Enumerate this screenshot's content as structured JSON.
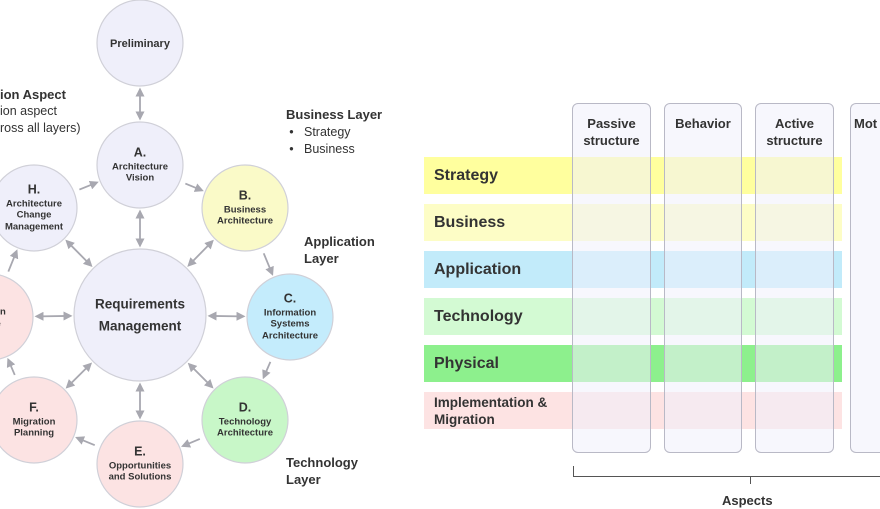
{
  "adm": {
    "nodes": [
      {
        "id": "prelim",
        "lines": [
          "Preliminary"
        ],
        "fill": "#efeffa"
      },
      {
        "id": "a",
        "letter": "A.",
        "lines": [
          "Architecture",
          "Vision"
        ],
        "fill": "#efeffa"
      },
      {
        "id": "b",
        "letter": "B.",
        "lines": [
          "Business",
          "Architecture"
        ],
        "fill": "#fafac8"
      },
      {
        "id": "c",
        "letter": "C.",
        "lines": [
          "Information",
          "Systems",
          "Architecture"
        ],
        "fill": "#c4ecfc"
      },
      {
        "id": "d",
        "letter": "D.",
        "lines": [
          "Technology",
          "Architecture"
        ],
        "fill": "#c8f7c8"
      },
      {
        "id": "e",
        "letter": "E.",
        "lines": [
          "Opportunities",
          "and Solutions"
        ],
        "fill": "#fce3e3"
      },
      {
        "id": "f",
        "letter": "F.",
        "lines": [
          "Migration",
          "Planning"
        ],
        "fill": "#fce3e3"
      },
      {
        "id": "g",
        "lines": [
          "ntation",
          "ance"
        ],
        "fill": "#fce3e3"
      },
      {
        "id": "h",
        "letter": "H.",
        "lines": [
          "Architecture",
          "Change",
          "Management"
        ],
        "fill": "#efeffa"
      },
      {
        "id": "req",
        "lines": [
          "Requirements",
          "Management"
        ],
        "fill": "#efeffa"
      }
    ]
  },
  "side_labels": {
    "motivation": {
      "title": "ion Aspect",
      "line1": "ion aspect",
      "line2": "ross all layers)"
    },
    "business": {
      "title": "Business Layer",
      "items": [
        "Strategy",
        "Business"
      ]
    },
    "application": {
      "line1": "Application",
      "line2": "Layer"
    },
    "technology": {
      "line1": "Technology",
      "line2": "Layer"
    }
  },
  "layers": [
    {
      "label": "Strategy",
      "color": "#ffff9e"
    },
    {
      "label": "Business",
      "color": "#fdfdc6"
    },
    {
      "label": "Application",
      "color": "#c2ebfa"
    },
    {
      "label": "Technology",
      "color": "#d3fad3"
    },
    {
      "label": "Physical",
      "color": "#8df08d"
    },
    {
      "label": "Implementation &",
      "label2": "Migration",
      "color": "#fde3e3"
    }
  ],
  "columns": [
    {
      "line1": "Passive",
      "line2": "structure"
    },
    {
      "line1": "Behavior",
      "line2": ""
    },
    {
      "line1": "Active",
      "line2": "structure"
    },
    {
      "line1": "Mot",
      "line2": ""
    }
  ],
  "aspects_label": "Aspects",
  "colors": {
    "circle_stroke": "#d0d0d8",
    "arrow": "#a8a8b0",
    "text": "#333333"
  }
}
